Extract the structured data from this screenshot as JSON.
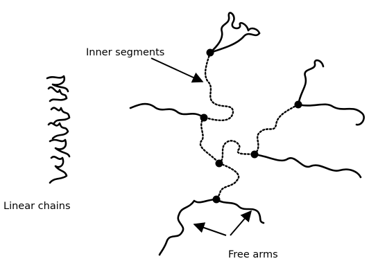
{
  "labels": {
    "inner_segments": "Inner segments",
    "linear_chains": "Linear chains",
    "free_arms": "Free arms"
  },
  "colors": {
    "ink": "#000000",
    "background": "#ffffff"
  }
}
